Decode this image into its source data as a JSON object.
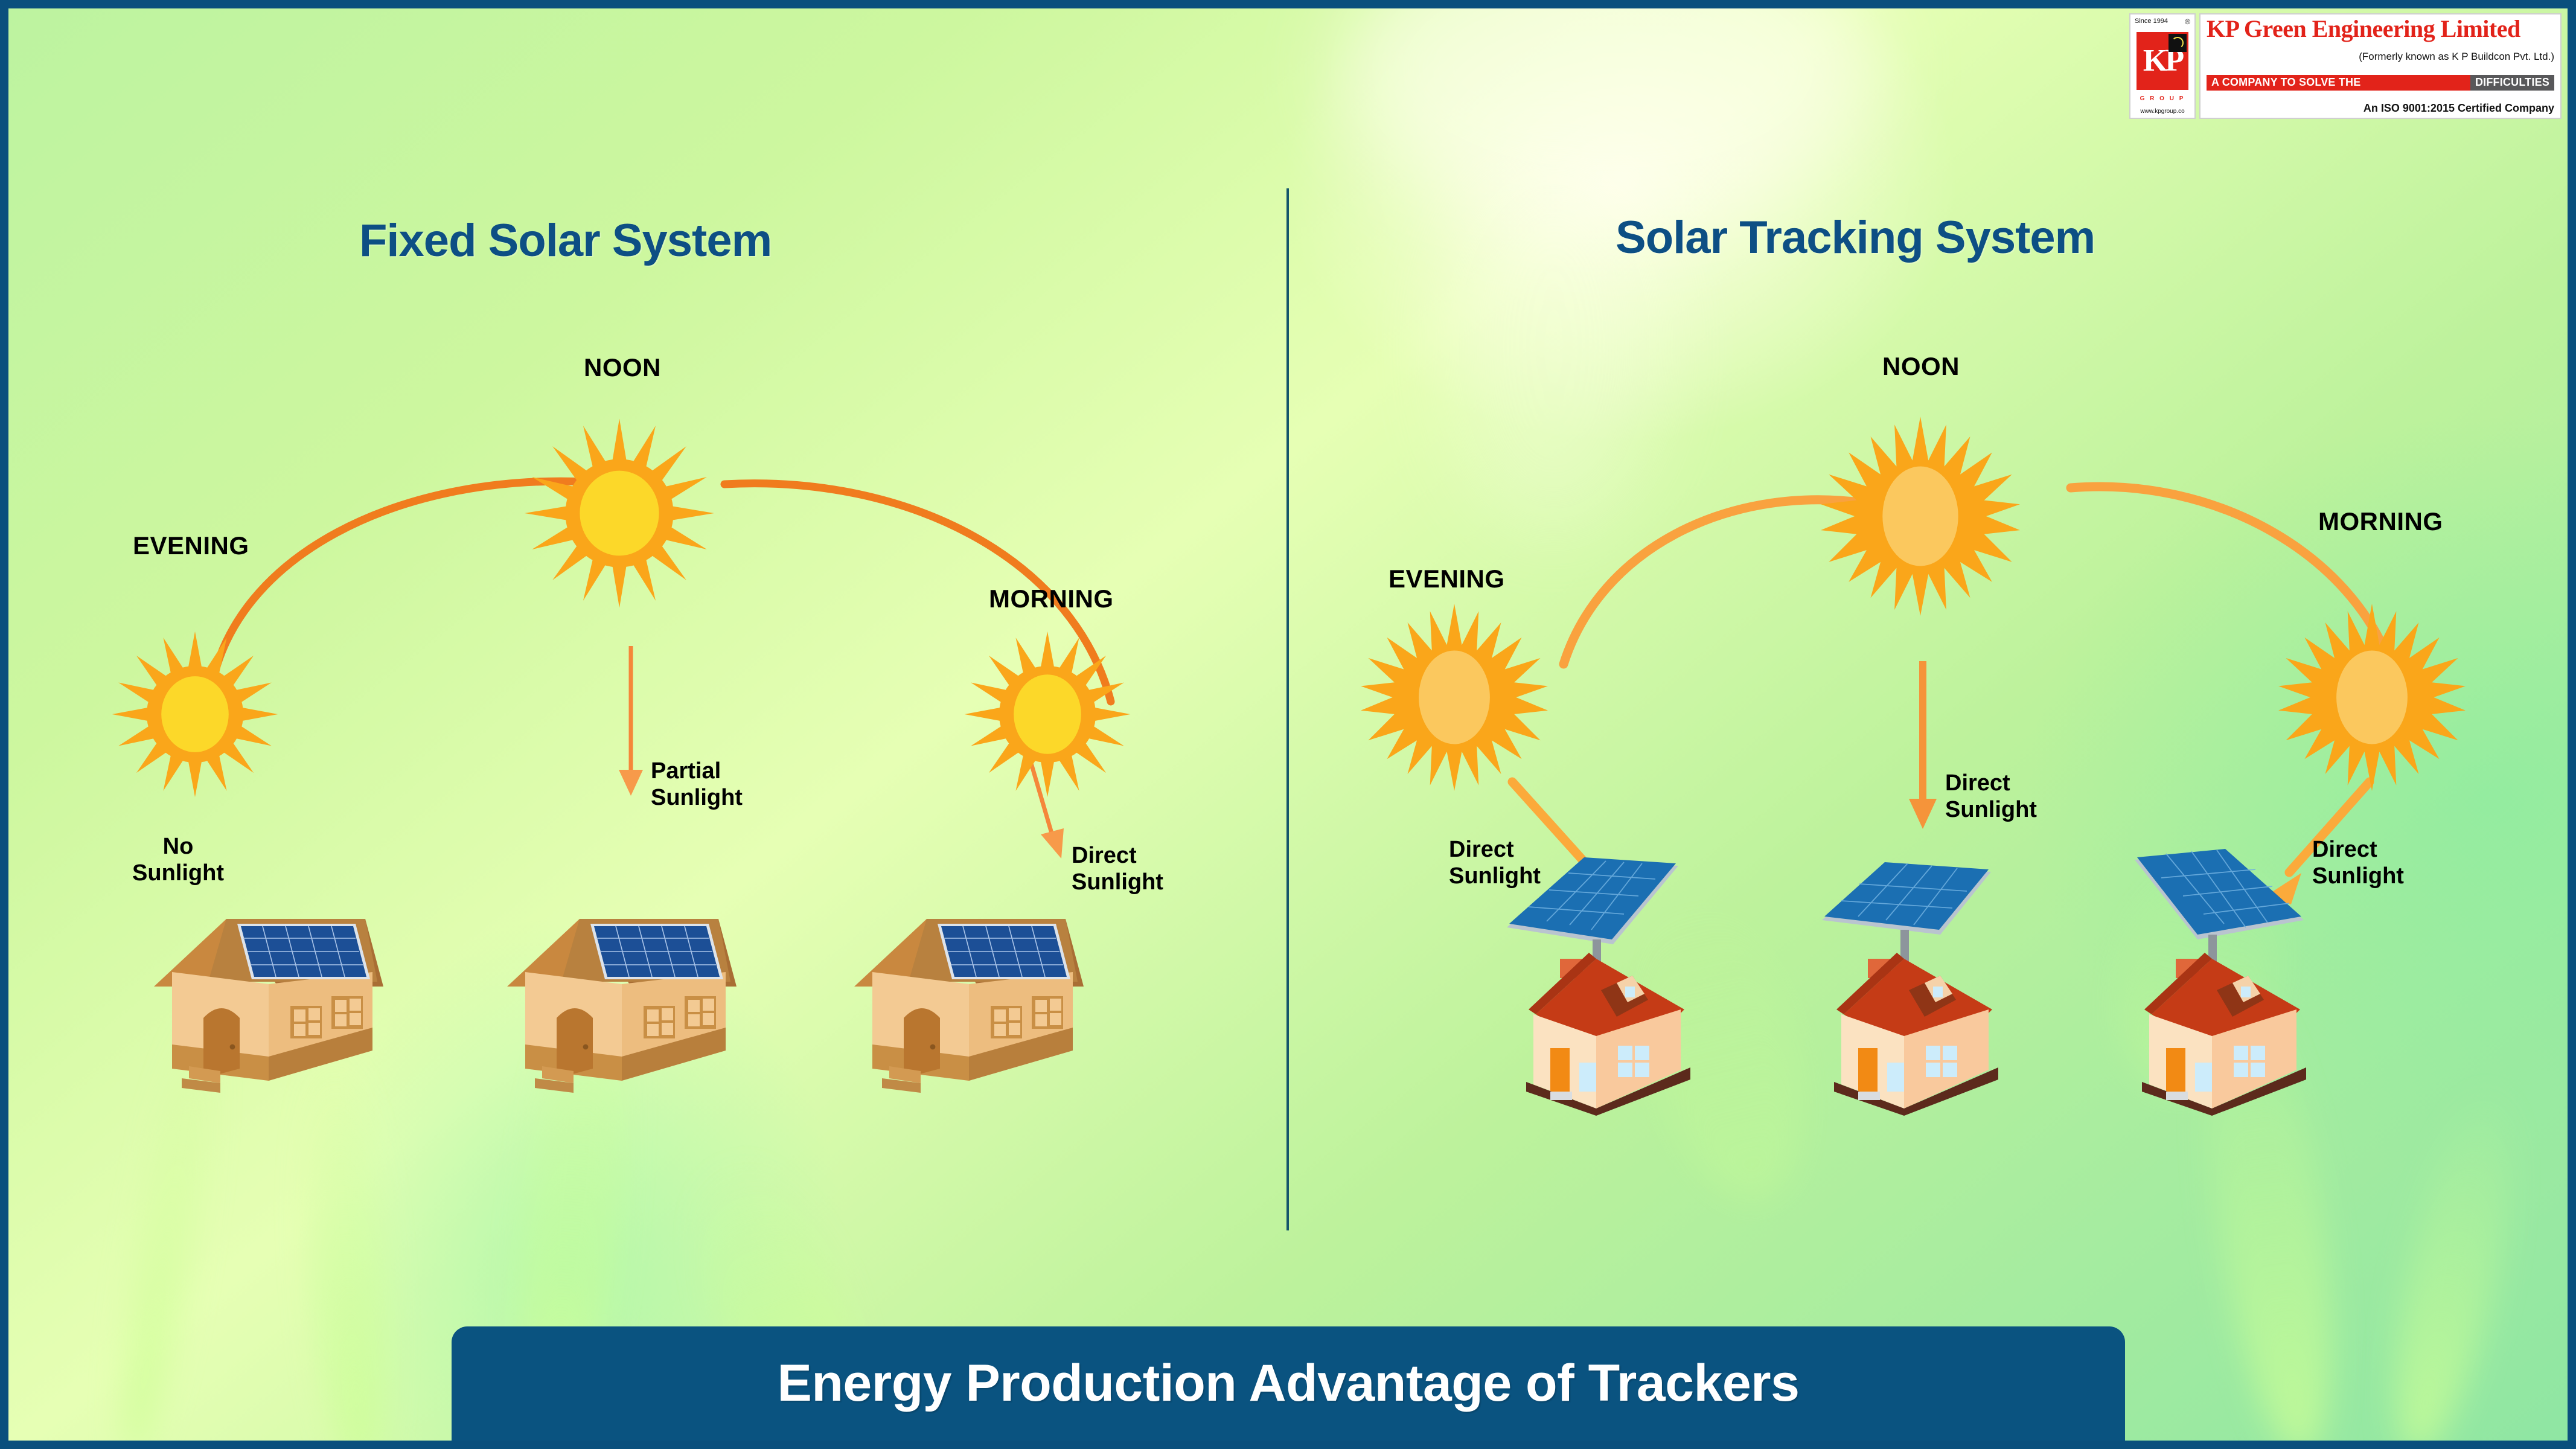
{
  "logo": {
    "since": "Since 1994",
    "registered": "®",
    "mark_letters": "KP",
    "group": "G R O U P",
    "url": "www.kpgroup.co",
    "company_name": "KP Green Engineering Limited",
    "formerly": "(Formerly known as K P Buildcon Pvt. Ltd.)",
    "tagline_red": "A COMPANY TO SOLVE THE",
    "tagline_grey": "DIFFICULTIES",
    "iso": "An ISO 9001:2015 Certified Company",
    "colors": {
      "red": "#e2231a",
      "grey": "#58585a",
      "black": "#111111"
    }
  },
  "left_panel": {
    "title": "Fixed Solar System",
    "times": {
      "evening": "EVENING",
      "noon": "NOON",
      "morning": "MORNING"
    },
    "annotations": {
      "no_sunlight": "No\nSunlight",
      "no_sunlight_l1": "No",
      "no_sunlight_l2": "Sunlight",
      "partial_sunlight_l1": "Partial",
      "partial_sunlight_l2": "Sunlight",
      "direct_sunlight_l1": "Direct",
      "direct_sunlight_l2": "Sunlight"
    }
  },
  "right_panel": {
    "title": "Solar Tracking System",
    "times": {
      "evening": "EVENING",
      "noon": "NOON",
      "morning": "MORNING"
    },
    "annotations": {
      "direct_sunlight_evening_l1": "Direct",
      "direct_sunlight_evening_l2": "Sunlight",
      "direct_sunlight_noon_l1": "Direct",
      "direct_sunlight_noon_l2": "Sunlight",
      "direct_sunlight_morning_l1": "Direct",
      "direct_sunlight_morning_l2": "Sunlight"
    }
  },
  "banner": {
    "text": "Energy Production Advantage of Trackers"
  },
  "theme": {
    "banner_bg": "#0a5380",
    "title_color": "#0d4f84",
    "border_color": "#0a4f7d",
    "divider_color": "#14556b",
    "sun_ray": "#faa61a",
    "sun_core_left": "#fcd829",
    "sun_core_right": "#fbc85e",
    "arc_left": "#f07c1e",
    "arc_right": "#f9a23f",
    "panel_blue": "#1f6fb2",
    "roof_left": "#b07a42",
    "roof_right": "#c53b16",
    "wall_left": "#f0c188",
    "wall_right": "#fbd8ae"
  }
}
